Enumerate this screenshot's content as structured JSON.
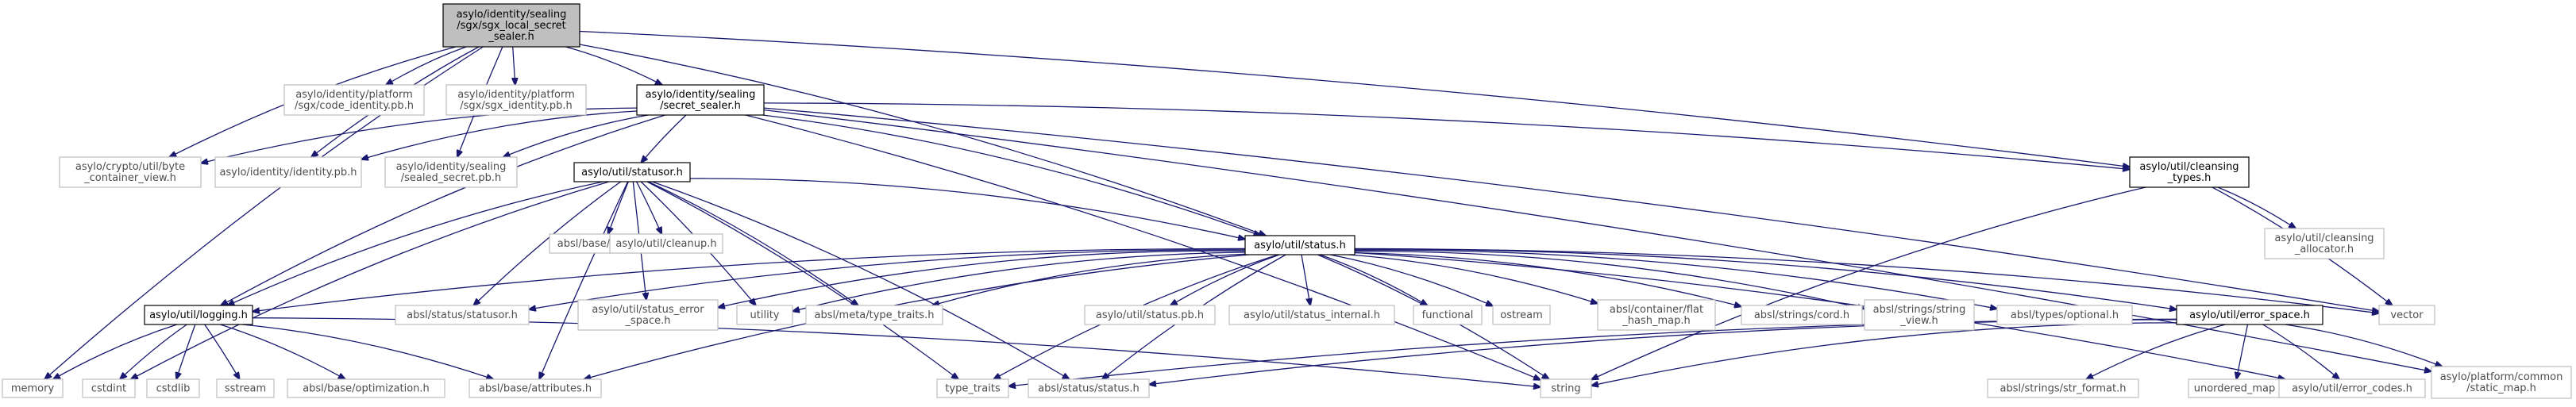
{
  "graph": {
    "root": "sgx_local_secret_sealer",
    "nodes": [
      {
        "id": "sgx_local_secret_sealer",
        "lines": [
          "asylo/identity/sealing",
          "/sgx/sgx_local_secret",
          "_sealer.h"
        ],
        "kind": "root"
      },
      {
        "id": "memory",
        "lines": [
          "memory"
        ],
        "kind": "system"
      },
      {
        "id": "code_identity_pb",
        "lines": [
          "asylo/identity/platform",
          "/sgx/code_identity.pb.h"
        ],
        "kind": "system"
      },
      {
        "id": "sgx_identity_pb",
        "lines": [
          "asylo/identity/platform",
          "/sgx/sgx_identity.pb.h"
        ],
        "kind": "system"
      },
      {
        "id": "secret_sealer",
        "lines": [
          "asylo/identity/sealing",
          "/secret_sealer.h"
        ],
        "kind": "local"
      },
      {
        "id": "byte_container_view",
        "lines": [
          "asylo/crypto/util/byte",
          "_container_view.h"
        ],
        "kind": "system"
      },
      {
        "id": "identity_pb",
        "lines": [
          "asylo/identity/identity.pb.h"
        ],
        "kind": "system"
      },
      {
        "id": "sealed_secret_pb",
        "lines": [
          "asylo/identity/sealing",
          "/sealed_secret.pb.h"
        ],
        "kind": "system"
      },
      {
        "id": "statusor",
        "lines": [
          "asylo/util/statusor.h"
        ],
        "kind": "local"
      },
      {
        "id": "cleansing_types",
        "lines": [
          "asylo/util/cleansing",
          "_types.h"
        ],
        "kind": "local"
      },
      {
        "id": "static_map",
        "lines": [
          "asylo/platform/common",
          "/static_map.h"
        ],
        "kind": "system"
      },
      {
        "id": "status",
        "lines": [
          "asylo/util/status.h"
        ],
        "kind": "local"
      },
      {
        "id": "base_config",
        "lines": [
          "absl/base/config.h"
        ],
        "kind": "system"
      },
      {
        "id": "cleanup",
        "lines": [
          "asylo/util/cleanup.h"
        ],
        "kind": "system"
      },
      {
        "id": "cleansing_allocator",
        "lines": [
          "asylo/util/cleansing",
          "_allocator.h"
        ],
        "kind": "system"
      },
      {
        "id": "logging",
        "lines": [
          "asylo/util/logging.h"
        ],
        "kind": "local"
      },
      {
        "id": "absl_statusor",
        "lines": [
          "absl/status/statusor.h"
        ],
        "kind": "system"
      },
      {
        "id": "status_error_space",
        "lines": [
          "asylo/util/status_error",
          "_space.h"
        ],
        "kind": "system"
      },
      {
        "id": "utility",
        "lines": [
          "utility"
        ],
        "kind": "system"
      },
      {
        "id": "type_traits_h",
        "lines": [
          "absl/meta/type_traits.h"
        ],
        "kind": "system"
      },
      {
        "id": "status_pb",
        "lines": [
          "asylo/util/status.pb.h"
        ],
        "kind": "system"
      },
      {
        "id": "status_internal",
        "lines": [
          "asylo/util/status_internal.h"
        ],
        "kind": "system"
      },
      {
        "id": "functional",
        "lines": [
          "functional"
        ],
        "kind": "system"
      },
      {
        "id": "ostream",
        "lines": [
          "ostream"
        ],
        "kind": "system"
      },
      {
        "id": "flat_hash_map",
        "lines": [
          "absl/container/flat",
          "_hash_map.h"
        ],
        "kind": "system"
      },
      {
        "id": "cord",
        "lines": [
          "absl/strings/cord.h"
        ],
        "kind": "system"
      },
      {
        "id": "string_view",
        "lines": [
          "absl/strings/string",
          "_view.h"
        ],
        "kind": "system"
      },
      {
        "id": "optional",
        "lines": [
          "absl/types/optional.h"
        ],
        "kind": "system"
      },
      {
        "id": "error_space",
        "lines": [
          "asylo/util/error_space.h"
        ],
        "kind": "local"
      },
      {
        "id": "vector",
        "lines": [
          "vector"
        ],
        "kind": "system"
      },
      {
        "id": "cstdint",
        "lines": [
          "cstdint"
        ],
        "kind": "system"
      },
      {
        "id": "cstdlib",
        "lines": [
          "cstdlib"
        ],
        "kind": "system"
      },
      {
        "id": "sstream",
        "lines": [
          "sstream"
        ],
        "kind": "system"
      },
      {
        "id": "optimization",
        "lines": [
          "absl/base/optimization.h"
        ],
        "kind": "system"
      },
      {
        "id": "attributes",
        "lines": [
          "absl/base/attributes.h"
        ],
        "kind": "system"
      },
      {
        "id": "type_traits",
        "lines": [
          "type_traits"
        ],
        "kind": "system"
      },
      {
        "id": "absl_status",
        "lines": [
          "absl/status/status.h"
        ],
        "kind": "system"
      },
      {
        "id": "string",
        "lines": [
          "string"
        ],
        "kind": "system"
      },
      {
        "id": "str_format",
        "lines": [
          "absl/strings/str_format.h"
        ],
        "kind": "system"
      },
      {
        "id": "unordered_map",
        "lines": [
          "unordered_map"
        ],
        "kind": "system"
      },
      {
        "id": "error_codes",
        "lines": [
          "asylo/util/error_codes.h"
        ],
        "kind": "system"
      }
    ],
    "edges": [
      [
        "sgx_local_secret_sealer",
        "memory"
      ],
      [
        "sgx_local_secret_sealer",
        "code_identity_pb"
      ],
      [
        "sgx_local_secret_sealer",
        "sgx_identity_pb"
      ],
      [
        "sgx_local_secret_sealer",
        "secret_sealer"
      ],
      [
        "sgx_local_secret_sealer",
        "byte_container_view"
      ],
      [
        "sgx_local_secret_sealer",
        "identity_pb"
      ],
      [
        "sgx_local_secret_sealer",
        "sealed_secret_pb"
      ],
      [
        "sgx_local_secret_sealer",
        "status"
      ],
      [
        "sgx_local_secret_sealer",
        "cleansing_types"
      ],
      [
        "secret_sealer",
        "byte_container_view"
      ],
      [
        "secret_sealer",
        "identity_pb"
      ],
      [
        "secret_sealer",
        "sealed_secret_pb"
      ],
      [
        "secret_sealer",
        "statusor"
      ],
      [
        "secret_sealer",
        "cleansing_types"
      ],
      [
        "secret_sealer",
        "status"
      ],
      [
        "secret_sealer",
        "string"
      ],
      [
        "secret_sealer",
        "vector"
      ],
      [
        "secret_sealer",
        "static_map"
      ],
      [
        "secret_sealer",
        "logging"
      ],
      [
        "statusor",
        "base_config"
      ],
      [
        "statusor",
        "cleanup"
      ],
      [
        "statusor",
        "status"
      ],
      [
        "statusor",
        "logging"
      ],
      [
        "statusor",
        "absl_statusor"
      ],
      [
        "statusor",
        "status_error_space"
      ],
      [
        "statusor",
        "utility"
      ],
      [
        "statusor",
        "type_traits_h"
      ],
      [
        "statusor",
        "attributes"
      ],
      [
        "statusor",
        "type_traits"
      ],
      [
        "statusor",
        "absl_status"
      ],
      [
        "statusor",
        "cstdint"
      ],
      [
        "cleansing_types",
        "cleansing_allocator"
      ],
      [
        "cleansing_types",
        "vector"
      ],
      [
        "cleansing_types",
        "string"
      ],
      [
        "status",
        "logging"
      ],
      [
        "status",
        "absl_statusor"
      ],
      [
        "status",
        "status_error_space"
      ],
      [
        "status",
        "utility"
      ],
      [
        "status",
        "type_traits_h"
      ],
      [
        "status",
        "status_pb"
      ],
      [
        "status",
        "status_internal"
      ],
      [
        "status",
        "functional"
      ],
      [
        "status",
        "ostream"
      ],
      [
        "status",
        "flat_hash_map"
      ],
      [
        "status",
        "cord"
      ],
      [
        "status",
        "string_view"
      ],
      [
        "status",
        "optional"
      ],
      [
        "status",
        "error_space"
      ],
      [
        "status",
        "vector"
      ],
      [
        "status",
        "attributes"
      ],
      [
        "status",
        "type_traits"
      ],
      [
        "status",
        "absl_status"
      ],
      [
        "status",
        "string"
      ],
      [
        "status",
        "error_codes"
      ],
      [
        "logging",
        "memory"
      ],
      [
        "logging",
        "cstdint"
      ],
      [
        "logging",
        "cstdlib"
      ],
      [
        "logging",
        "sstream"
      ],
      [
        "logging",
        "optimization"
      ],
      [
        "logging",
        "attributes"
      ],
      [
        "logging",
        "string"
      ],
      [
        "error_space",
        "type_traits"
      ],
      [
        "error_space",
        "absl_status"
      ],
      [
        "error_space",
        "string"
      ],
      [
        "error_space",
        "str_format"
      ],
      [
        "error_space",
        "unordered_map"
      ],
      [
        "error_space",
        "error_codes"
      ],
      [
        "error_space",
        "static_map"
      ]
    ]
  }
}
